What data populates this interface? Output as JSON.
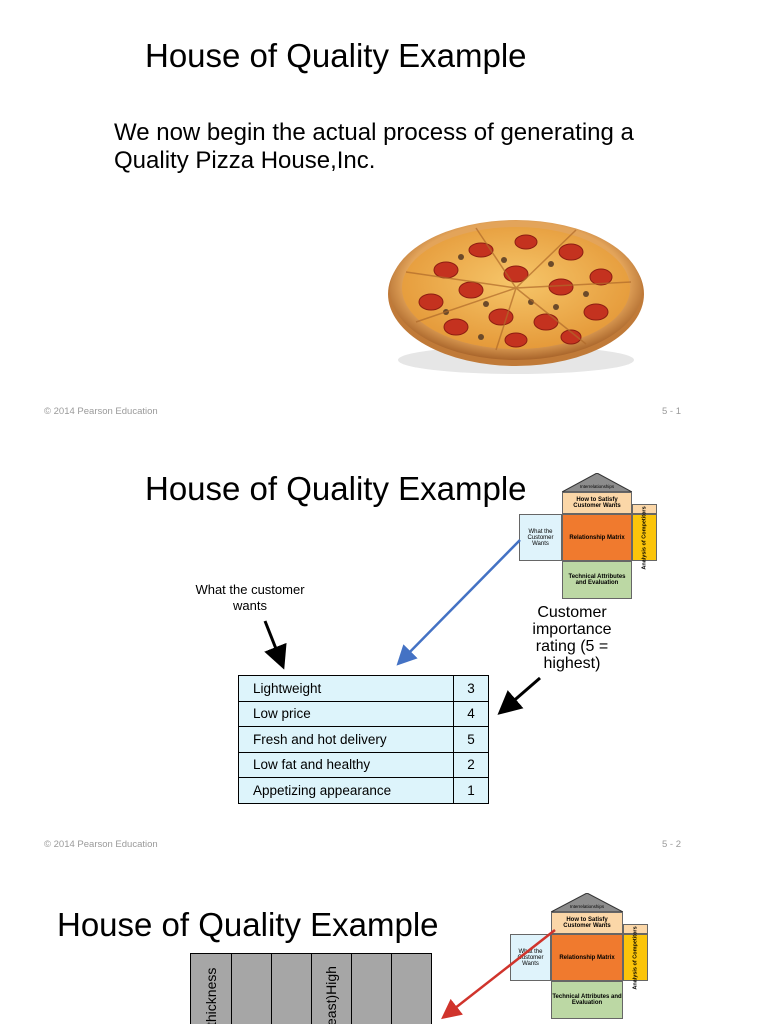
{
  "slide1": {
    "title": "House of Quality Example",
    "body": "We now begin the actual process of generating a Quality Pizza House,Inc.",
    "footer_left": "© 2014 Pearson Education",
    "footer_right": "5 - 1"
  },
  "slide2": {
    "title": "House of Quality Example",
    "label_wants": "What the customer wants",
    "label_rating": "Customer importance rating (5 = highest)",
    "rows": [
      {
        "want": "Lightweight",
        "rating": "3"
      },
      {
        "want": "Low price",
        "rating": "4"
      },
      {
        "want": "Fresh and hot delivery",
        "rating": "5"
      },
      {
        "want": "Low fat and healthy",
        "rating": "2"
      },
      {
        "want": "Appetizing appearance",
        "rating": "1"
      }
    ],
    "footer_left": "© 2014 Pearson Education",
    "footer_right": "5 - 2"
  },
  "slide3": {
    "title": "House of Quality Example",
    "vertical_labels": [
      "thickness",
      "east)High"
    ]
  },
  "hq_diagram": {
    "roof": "Interrelationships",
    "how": "How to Satisfy Customer Wants",
    "what": "What the Customer Wants",
    "matrix": "Relationship Matrix",
    "analysis": "Analysis of Competitors",
    "technical": "Technical Attributes and Evaluation",
    "colors": {
      "roof": "#8c8c8c",
      "how": "#fbd7a8",
      "what": "#dff3fb",
      "matrix": "#f07a2e",
      "analysis": "#fbc40a",
      "technical": "#bcd8a4"
    }
  },
  "arrows": {
    "blue": "#4472c4",
    "red": "#d0342c",
    "black": "#000000"
  }
}
